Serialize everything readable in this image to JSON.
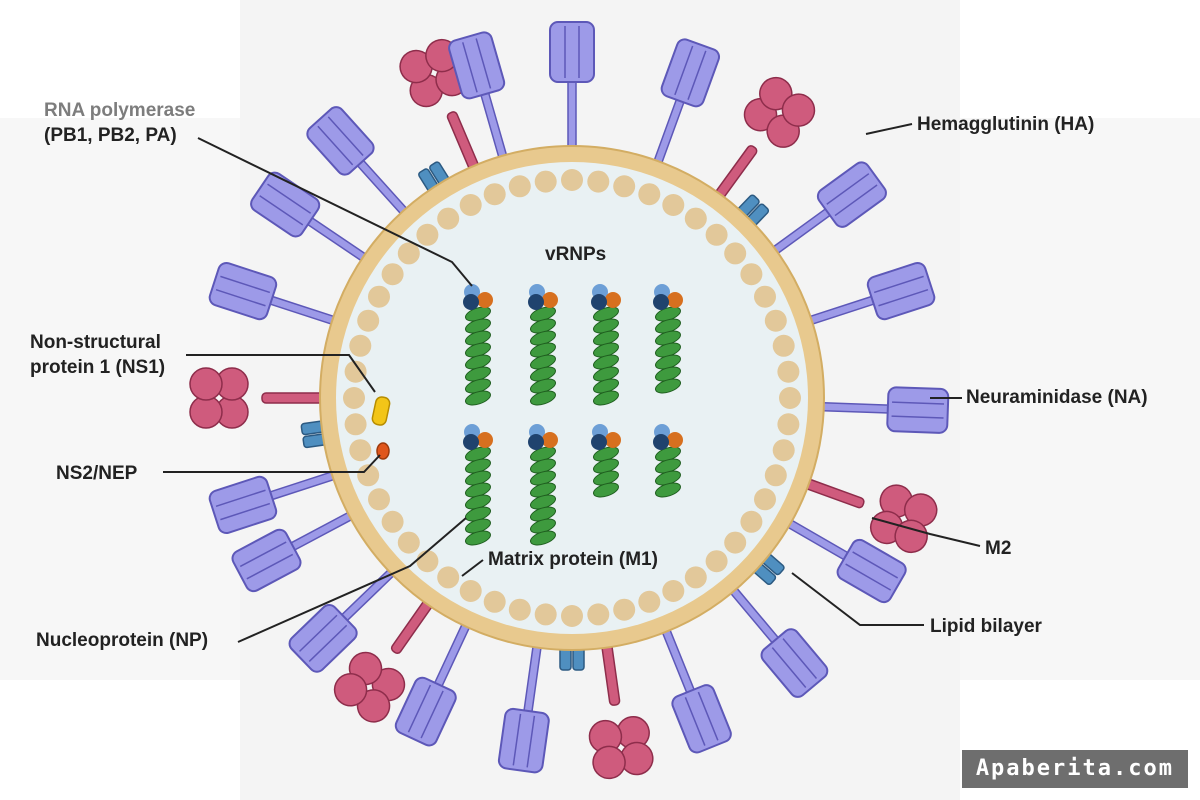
{
  "colors": {
    "lipid": "#e8c98e",
    "lipid_edge": "#d3ad63",
    "interior": "#e9f1f3",
    "matrix_bead": "#e2c89a",
    "hemagglutinin": "#9d9ae8",
    "hemagglutinin_edge": "#5d58b8",
    "neuraminidase": "#cf5b7d",
    "neuraminidase_edge": "#8e2d4b",
    "m2": "#4f8fc0",
    "m2_edge": "#2c5a82",
    "np_helix": "#3e9a3e",
    "polymerase_pb1": "#20436e",
    "polymerase_pb2": "#6d9fd6",
    "polymerase_pa": "#d7701f",
    "ns1": "#f2c518",
    "nep": "#e0561b",
    "leader_line": "#222222"
  },
  "labels": {
    "rna_polymerase_line1": "RNA polymerase",
    "rna_polymerase_line2": "(PB1, PB2, PA)",
    "hemagglutinin": "Hemagglutinin (HA)",
    "vrnps": "vRNPs",
    "ns1_line1": "Non-structural",
    "ns1_line2": "protein 1 (NS1)",
    "neuraminidase": "Neuraminidase (NA)",
    "nep": "NS2/NEP",
    "m2": "M2",
    "matrix": "Matrix protein (M1)",
    "lipid": "Lipid bilayer",
    "nucleoprotein": "Nucleoprotein (NP)"
  },
  "icons": {
    "hemagglutinin": "hemagglutinin-spike-icon",
    "neuraminidase": "neuraminidase-spike-icon",
    "m2": "m2-channel-icon",
    "vrnp": "vrnp-helix-icon"
  },
  "watermark": "Apaberita.com"
}
